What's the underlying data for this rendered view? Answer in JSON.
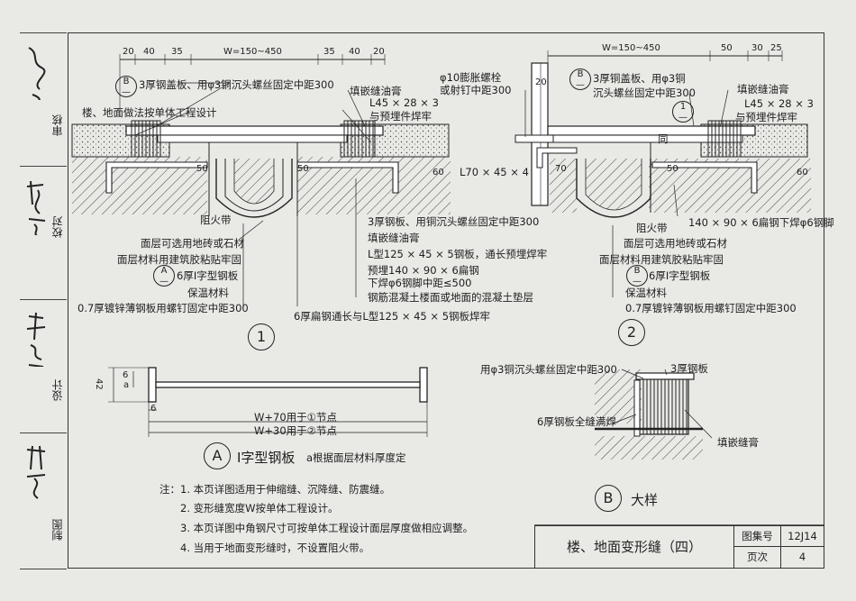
{
  "sidebar": {
    "labels": [
      "审核",
      "校对",
      "设计",
      "制图"
    ]
  },
  "detail1": {
    "dims_top": [
      "20",
      "40",
      "35",
      "W=150~450",
      "35",
      "40",
      "20"
    ],
    "callout_b": "B",
    "callout_b_sub": "—",
    "cover_note": "3厚钢盖板、用φ3铜沉头螺丝固定中距300",
    "sealant": "填嵌缝油膏",
    "angle": "L45 × 28 × 3",
    "angle_note": "与预埋件焊牢",
    "floor_note": "楼、地面做法按单体工程设计",
    "dim_50a": "50",
    "dim_50b": "50",
    "dim_60": "60",
    "fire_strip": "阻火带",
    "left_notes": [
      "面层可选用地砖或石材",
      "面层材料用建筑胶粘贴牢固",
      "6厚I字型钢板",
      "保温材料",
      "0.7厚镀锌薄钢板用螺钉固定中距300"
    ],
    "callout_a": "A",
    "right_notes": [
      "3厚钢板、用铜沉头螺丝固定中距300",
      "填嵌缝油膏",
      "L型125 × 45 × 5钢板，通长预埋焊牢",
      "预埋140 × 90 × 6扁钢",
      "下焊φ6钢脚中距≤500",
      "钢筋混凝土楼面或地面的混凝土垫层"
    ],
    "bottom_note": "6厚扁钢通长与L型125 × 45 × 5钢板焊牢",
    "number": "1"
  },
  "detail2": {
    "dims_top": [
      "W=150~450",
      "50",
      "30",
      "25"
    ],
    "bolt": "φ10膨胀螺栓",
    "bolt2": "或射钉中距300",
    "dim_20": "20",
    "cover_note_1": "3厚铜盖板、用φ3铜",
    "cover_note_2": "沉头螺丝固定中距300",
    "same_as": "同",
    "ref_1": "1",
    "sealant": "填嵌缝油膏",
    "angle": "L45 × 28 × 3",
    "angle_note": "与预埋件焊牢",
    "angle_left": "L70 × 45 × 4",
    "dim_70": "70",
    "dim_50": "50",
    "dim_60": "60",
    "fire_strip": "阻火带",
    "flat_steel": "140 × 90 × 6扁钢下焊φ6钢脚",
    "left_notes": [
      "面层可选用地砖或石材",
      "面层材料用建筑胶粘贴牢固",
      "6厚I字型钢板",
      "保温材料",
      "0.7厚镀锌薄钢板用螺钉固定中距300"
    ],
    "number": "2"
  },
  "detailA": {
    "dim_42": "42",
    "dim_6": "6",
    "dim_a": "a",
    "dim_6b": "6",
    "len1": "W+70用于①节点",
    "len2": "W+30用于②节点",
    "letter": "A",
    "title": "I字型钢板",
    "note": "a根据面层材料厚度定"
  },
  "detailB": {
    "screw": "用φ3铜沉头螺丝固定中距300",
    "plate": "3厚钢板",
    "weld": "6厚钢板全缝满焊",
    "sealant": "填嵌缝膏",
    "letter": "B",
    "title": "大样"
  },
  "notes": {
    "prefix": "注：",
    "items": [
      "1.  本页详图适用于伸缩缝、沉降缝、防震缝。",
      "2.  变形缝宽度W按单体工程设计。",
      "3.  本页详图中角钢尺寸可按单体工程设计面层厚度做相应调整。",
      "4.  当用于地面变形缝时，不设置阻火带。"
    ]
  },
  "title_block": {
    "title": "楼、地面变形缝（四）",
    "atlas_label": "图集号",
    "atlas_value": "12J14",
    "page_label": "页次",
    "page_value": "4"
  }
}
